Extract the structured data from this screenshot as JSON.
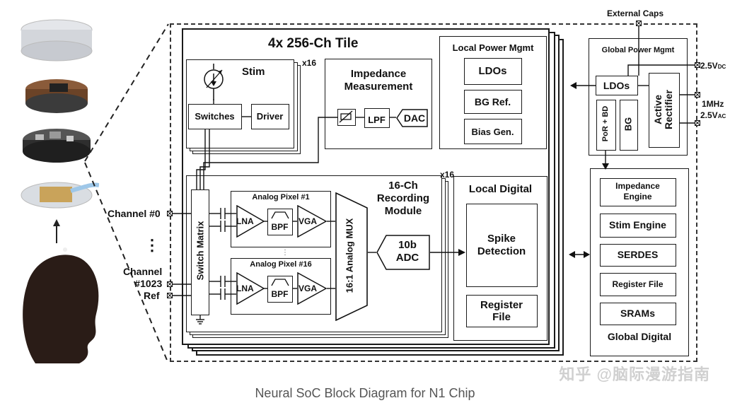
{
  "figure": {
    "caption": "Neural SoC Block Diagram for N1 Chip",
    "watermark": "知乎 @脑际漫游指南"
  },
  "tile": {
    "title": "4x 256-Ch Tile"
  },
  "stim": {
    "title": "Stim",
    "mult": "x16",
    "switches": "Switches",
    "driver": "Driver"
  },
  "impedance": {
    "title": "Impedance\nMeasurement",
    "lpf": "LPF",
    "dac": "DAC"
  },
  "local_power": {
    "title": "Local Power Mgmt",
    "ldos": "LDOs",
    "bg_ref": "BG Ref.",
    "bias": "Bias Gen."
  },
  "recording": {
    "title": "16-Ch\nRecording\nModule",
    "mult": "x16",
    "pixel1": "Analog Pixel #1",
    "pixel16": "Analog Pixel #16",
    "lna": "LNA",
    "bpf": "BPF",
    "vga": "VGA",
    "mux": "16:1 Analog MUX",
    "adc": "10b\nADC",
    "switch_matrix": "Switch Matrix"
  },
  "local_digital": {
    "title": "Local Digital",
    "spike": "Spike\nDetection",
    "regfile": "Register\nFile"
  },
  "inputs": {
    "ch0": "Channel #0",
    "dots": "⋮",
    "ch1023": "Channel\n#1023",
    "ref": "Ref"
  },
  "global_power": {
    "external_caps": "External Caps",
    "title": "Global Power Mgmt",
    "ldos": "LDOs",
    "por": "PoR + BD",
    "bg": "BG",
    "rectifier": "Active\nRectifier",
    "v_dc_main": "2.5V",
    "v_dc_sub": "DC",
    "freq": "1MHz",
    "v_ac_main": "2.5V",
    "v_ac_sub": "AC"
  },
  "global_digital": {
    "impedance_engine": "Impedance\nEngine",
    "stim_engine": "Stim Engine",
    "serdes": "SERDES",
    "register_file": "Register File",
    "srams": "SRAMs",
    "title": "Global Digital"
  }
}
